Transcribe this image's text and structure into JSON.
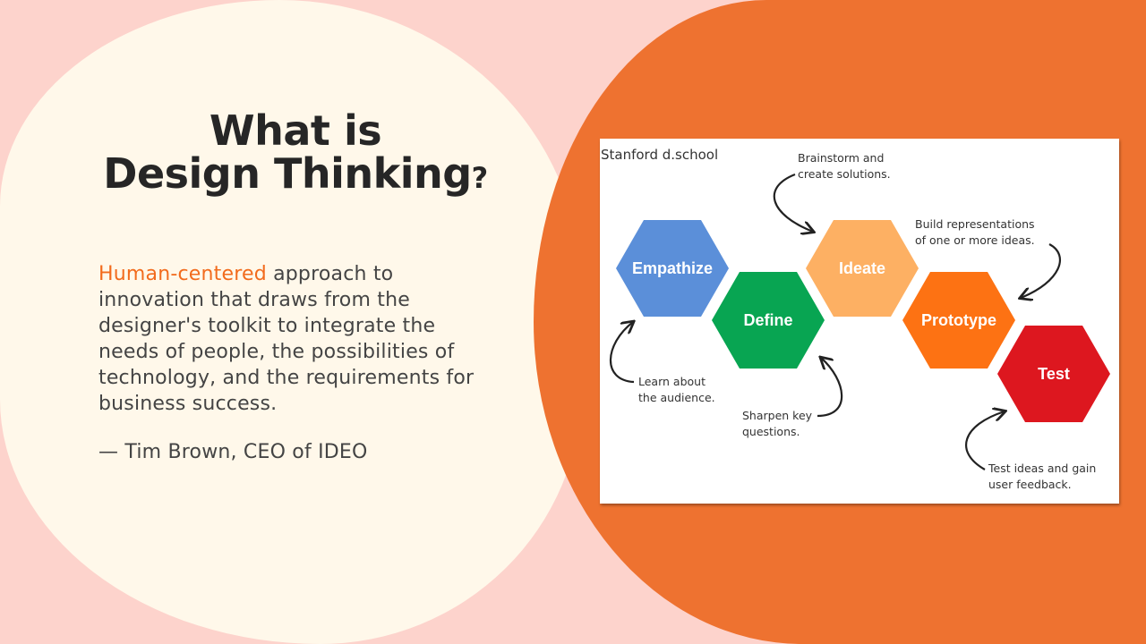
{
  "title": {
    "line1": "What is",
    "line2": "Design Thinking",
    "mark": "?"
  },
  "quote": {
    "highlight": "Human-centered",
    "text": " approach to innovation that draws from the designer's toolkit to integrate the needs of people, the possibilities of technology, and the requirements for business success.",
    "attribution": "— Tim Brown, CEO of IDEO"
  },
  "diagram": {
    "source": "Stanford d.school",
    "stages": [
      {
        "label": "Empathize",
        "color": "#5B8FD9"
      },
      {
        "label": "Define",
        "color": "#08A552"
      },
      {
        "label": "Ideate",
        "color": "#FDB063"
      },
      {
        "label": "Prototype",
        "color": "#FD7213"
      },
      {
        "label": "Test",
        "color": "#DD171F"
      }
    ],
    "notes": {
      "empathize": [
        "Learn about",
        "the audience."
      ],
      "define": [
        "Sharpen key",
        "questions."
      ],
      "ideate": [
        "Brainstorm and",
        "create solutions."
      ],
      "prototype": [
        "Build representations",
        "of one or more ideas."
      ],
      "test": [
        "Test ideas and gain",
        "user feedback."
      ]
    }
  },
  "colors": {
    "background": "#FDD3CC",
    "cream": "#FFF8EA",
    "orange": "#EE7230",
    "accent": "#F26B1D"
  }
}
